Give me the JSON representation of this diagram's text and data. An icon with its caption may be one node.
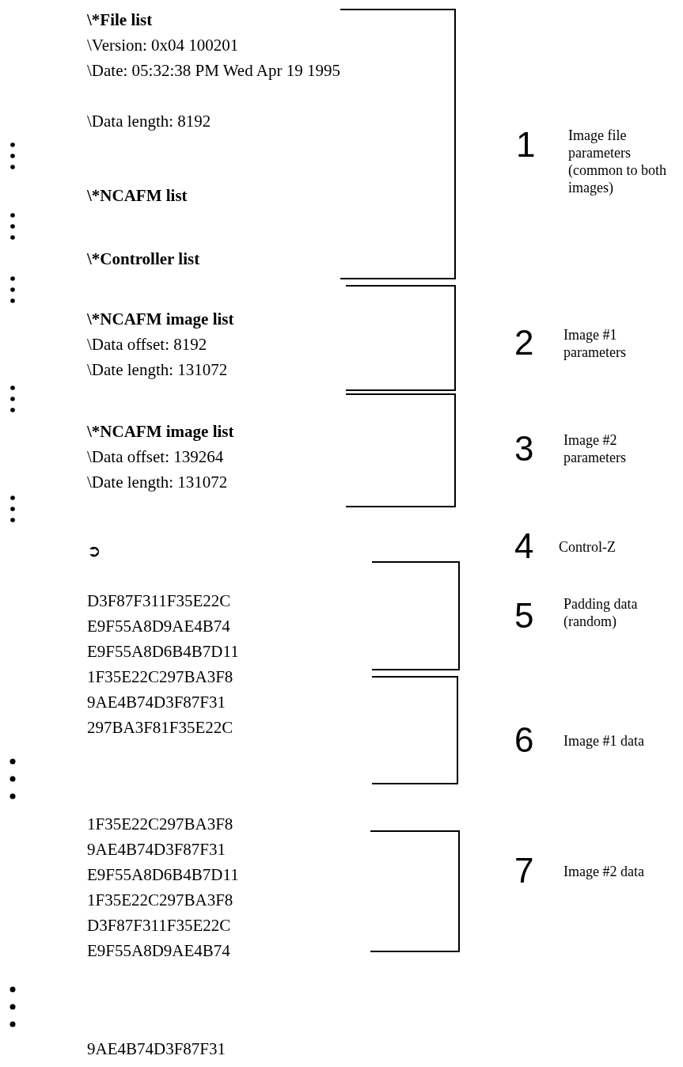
{
  "diagram": {
    "labels": [
      "\\*File list",
      "\\Version: 0x04 100201",
      "\\Date: 05:32:38 PM Wed Apr 19 1995",
      "\\Data length: 8192",
      "1",
      "Image file parameters (common to both images)",
      "\\*NCAFM list",
      "\\*Controller list",
      "\\*NCAFM image list",
      "\\Data offset: 8192",
      "\\Date length: 131072",
      "2",
      "Image #1 parameters",
      "\\*NCAFM image list",
      "\\Data offset: 139264",
      "\\Date length: 131072",
      "3",
      "Image #2 parameters",
      "4",
      "Control-Z",
      "➲",
      "5",
      "Padding data (random)",
      "D3F87F311F35E22C",
      "E9F55A8D9AE4B74",
      "E9F55A8D6B4B7D11",
      "1F35E22C297BA3F8",
      "9AE4B74D3F87F31",
      "297BA3F81F35E22C",
      "6",
      "Image #1 data",
      "1F35E22C297BA3F8",
      "9AE4B74D3F87F31",
      "E9F55A8D6B4B7D11",
      "1F35E22C297BA3F8",
      "D3F87F311F35E22C",
      "E9F55A8D9AE4B74",
      "7",
      "Image #2 data",
      "9AE4B74D3F87F31"
    ]
  }
}
